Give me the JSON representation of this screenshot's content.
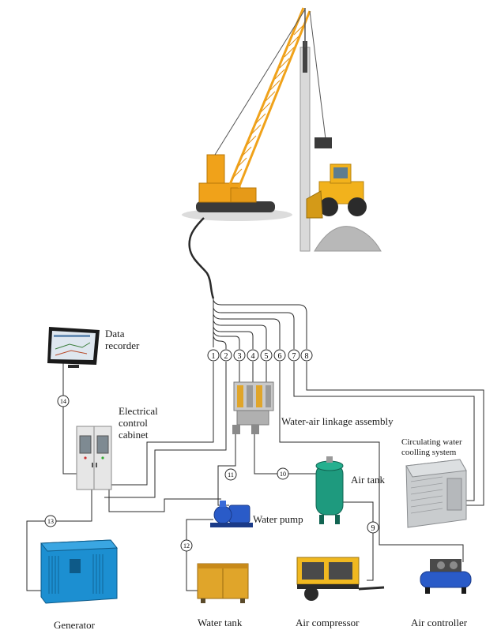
{
  "labels": {
    "data_recorder": [
      "Data",
      "recorder"
    ],
    "electrical_cabinet": [
      "Electrical",
      "control",
      "cabinet"
    ],
    "water_air_linkage": "Water-air linkage assembly",
    "circulating_water": [
      "Circulating water",
      "coolling system"
    ],
    "air_tank": "Air tank",
    "water_pump": "Water pump",
    "generator": "Generator",
    "water_tank": "Water tank",
    "air_compressor": "Air compressor",
    "air_controller": "Air controller"
  },
  "line_numbers": [
    "1",
    "2",
    "3",
    "4",
    "5",
    "6",
    "7",
    "8",
    "9",
    "10",
    "11",
    "12",
    "13",
    "14"
  ],
  "colors": {
    "crane_orange": "#f0a21a",
    "loader_yellow": "#f2b21c",
    "cabinet_gray": "#e6e6e6",
    "generator_blue": "#1c8fd1",
    "air_tank_green": "#1e9a7e",
    "pump_blue": "#2a5bc8",
    "water_tank_yellow": "#e0a52a",
    "compressor_yellow": "#f0b820",
    "cooler_silver": "#c9ccce",
    "line_color": "#2a2a2a"
  },
  "icons": [
    "crane-image",
    "loader-image",
    "monitor-image",
    "cabinet-image",
    "valve-assembly-image",
    "cooler-image",
    "air-tank-image",
    "pump-image",
    "generator-image",
    "water-tank-image",
    "compressor-image",
    "air-controller-image"
  ]
}
